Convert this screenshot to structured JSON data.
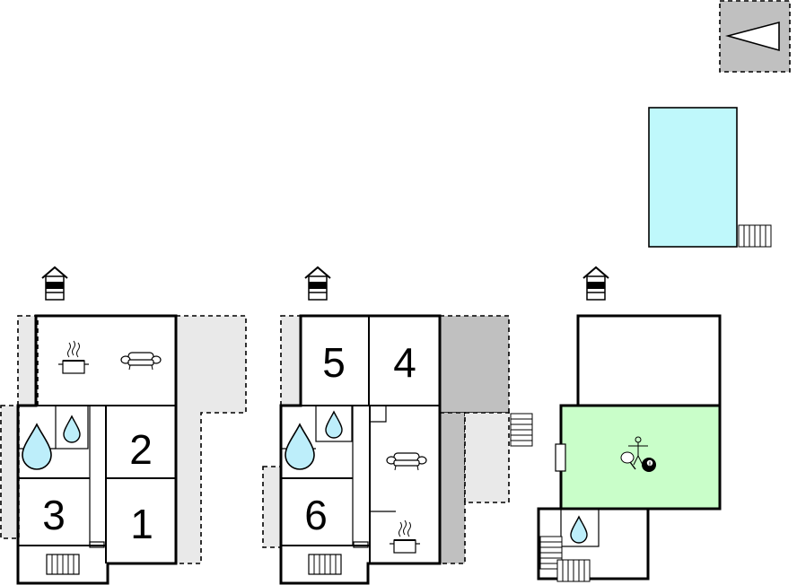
{
  "colors": {
    "pool": "#bff8fb",
    "game_room": "#c9fec9",
    "terrace_light": "#e9e9e9",
    "terrace_dark": "#c0c0c0",
    "water": "#bdeefa",
    "wall": "#000000"
  },
  "rooms": {
    "left_a": "2",
    "left_b": "3",
    "left_c": "1",
    "mid_a": "5",
    "mid_b": "4",
    "mid_c": "6"
  },
  "icons": [
    "compass-arrow-icon",
    "entrance-icon",
    "stove-icon",
    "sofa-icon",
    "water-drop-icon",
    "radiator-icon",
    "stairs-icon",
    "billiard-icon",
    "table-tennis-icon",
    "table-football-icon"
  ]
}
